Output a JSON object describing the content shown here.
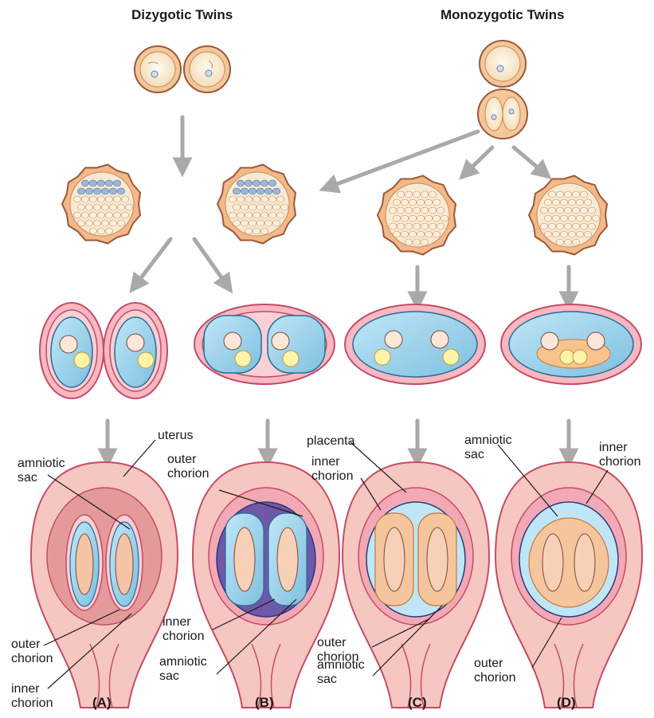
{
  "titles": {
    "dizygotic": "Dizygotic Twins",
    "monozygotic": "Monozygotic Twins"
  },
  "labels": {
    "a_uterus": "uterus",
    "a_amniotic_sac": [
      "amniotic",
      "sac"
    ],
    "a_outer_chorion": [
      "outer",
      "chorion"
    ],
    "a_inner_chorion": [
      "inner",
      "chorion"
    ],
    "b_outer_chorion": [
      "outer",
      "chorion"
    ],
    "b_inner_chorion": [
      "inner",
      "chorion"
    ],
    "b_amniotic_sac": [
      "amniotic",
      "sac"
    ],
    "c_placenta": "placenta",
    "c_inner_chorion": [
      "inner",
      "chorion"
    ],
    "c_outer_chorion": [
      "outer",
      "chorion"
    ],
    "c_amniotic_sac": [
      "amniotic",
      "sac"
    ],
    "d_amniotic_sac": [
      "amniotic",
      "sac"
    ],
    "d_inner_chorion": [
      "inner",
      "chorion"
    ],
    "d_outer_chorion": [
      "outer",
      "chorion"
    ]
  },
  "panels": [
    "(A)",
    "(B)",
    "(C)",
    "(D)"
  ],
  "colors": {
    "zygote_fill": "#f7e3c4",
    "zygote_ring": "#e8a06a",
    "blastocyst_blue": "#9db7dc",
    "blastocyst_cream": "#f8ead2",
    "chorion_pink": "#ef8a9b",
    "amnion_blue": "#9fd3ec",
    "placenta_purple": "#7a5fb0",
    "uterus_pink": "#f6c6c0",
    "fetus_peach": "#f4c4a6",
    "arrow_gray": "#a9a9a9"
  }
}
